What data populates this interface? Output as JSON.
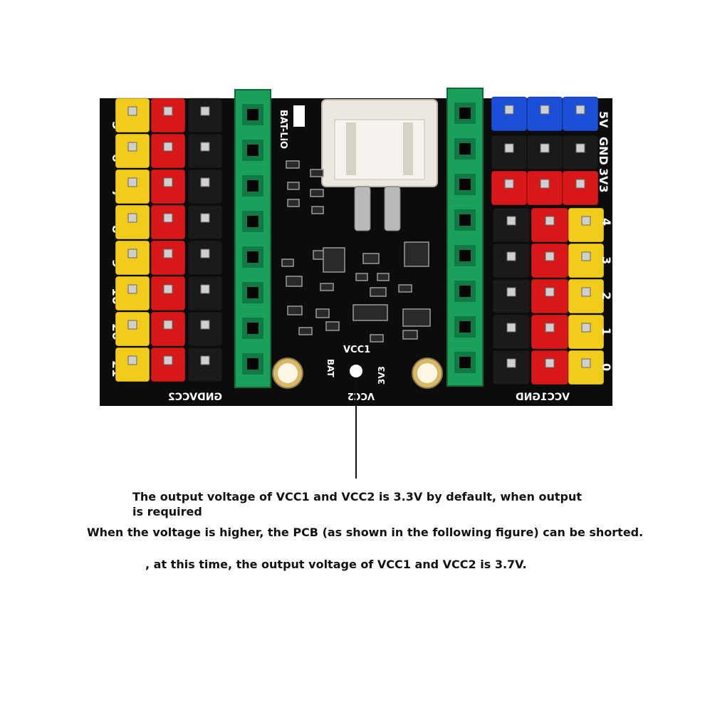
{
  "image": {
    "description_free": true,
    "board_color": "#0c0c0c",
    "header_colors": {
      "yellow": "#f2cc1a",
      "red": "#d81818",
      "black": "#1a1a1a",
      "green": "#1aa05a",
      "blue": "#1c4fd8"
    }
  },
  "silkscreen": {
    "left_numbers": [
      "5",
      "6",
      "7",
      "8",
      "9",
      "10",
      "20",
      "21"
    ],
    "bottom_left_label": "GNDVCC2",
    "bottom_right_label": "VCC1GND",
    "right_top_labels": [
      "5V",
      "GND",
      "3V3"
    ],
    "right_numbers": [
      "4",
      "3",
      "2",
      "1",
      "0"
    ],
    "bat_label": "BAT-LiO",
    "vcc1_label": "VCC1",
    "bat_pad_label": "BAT",
    "v3_label": "3V3",
    "vcc2_label": "VCC2"
  },
  "captions": {
    "line1": "The output voltage of VCC1 and VCC2 is 3.3V by default, when output",
    "line1b": "is required",
    "line2": "When the voltage is higher, the PCB (as shown in the following figure) can be shorted.",
    "line3": ", at this time, the output voltage of VCC1 and VCC2 is 3.7V."
  }
}
